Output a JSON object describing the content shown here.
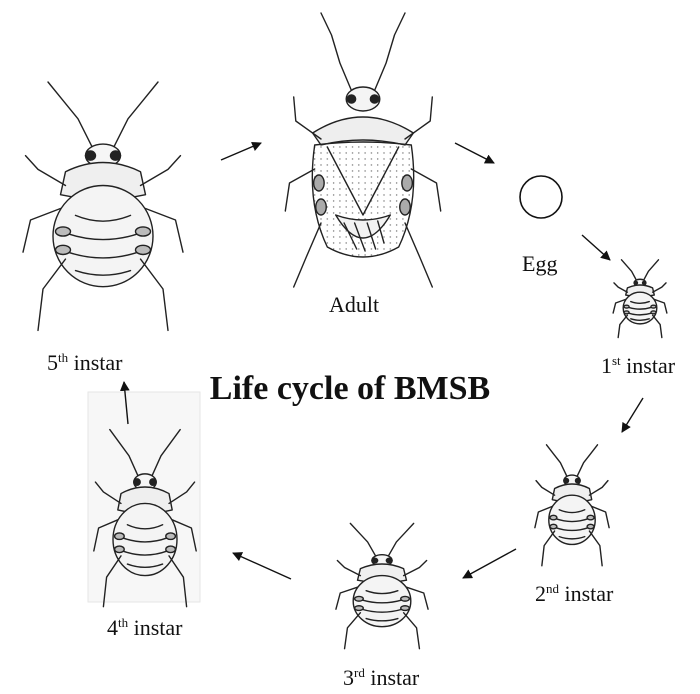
{
  "title": "Life cycle of BMSB",
  "stages": [
    {
      "id": "egg",
      "label": "Egg"
    },
    {
      "id": "first",
      "num": "1",
      "sup": "st",
      "word": "instar"
    },
    {
      "id": "second",
      "num": "2",
      "sup": "nd",
      "word": "instar"
    },
    {
      "id": "third",
      "num": "3",
      "sup": "rd",
      "word": "instar"
    },
    {
      "id": "fourth",
      "num": "4",
      "sup": "th",
      "word": "instar"
    },
    {
      "id": "fifth",
      "num": "5",
      "sup": "th",
      "word": "instar"
    },
    {
      "id": "adult",
      "label": "Adult"
    }
  ]
}
